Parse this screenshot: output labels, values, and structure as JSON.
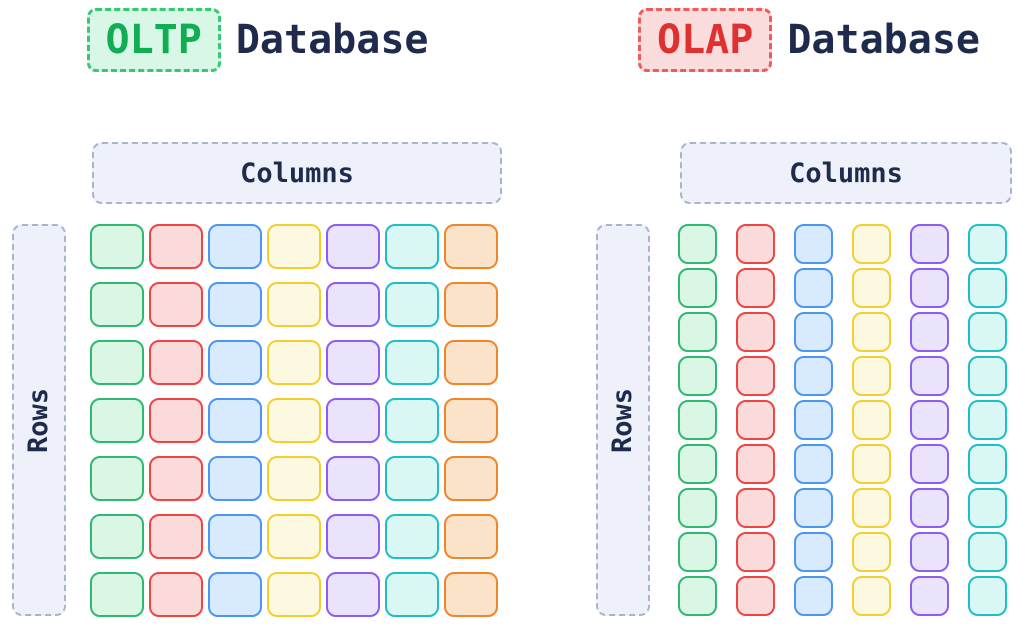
{
  "colors": {
    "ink": "#1e2b4d",
    "label_bg": "#eef1fa",
    "label_border": "#a9b4c9"
  },
  "cell_palette": {
    "green": {
      "border": "#2eb872",
      "bg": "#d9f7e4"
    },
    "red": {
      "border": "#ef4444",
      "bg": "#fbdada"
    },
    "blue": {
      "border": "#4b96f3",
      "bg": "#d8eafd"
    },
    "yellow": {
      "border": "#f2cf2f",
      "bg": "#fdf9e0"
    },
    "purple": {
      "border": "#8b5cf6",
      "bg": "#eae3fb"
    },
    "cyan": {
      "border": "#1fbdc5",
      "bg": "#d9f8f4"
    },
    "orange": {
      "border": "#f0862c",
      "bg": "#fae3c9"
    }
  },
  "left_panel": {
    "tag": "OLTP",
    "tag_text_color": "#0fae52",
    "tag_bg": "#d9f7e6",
    "tag_border": "#38c873",
    "title": "Database",
    "columns_label": "Columns",
    "rows_label": "Rows",
    "grid": {
      "type": "row-store",
      "row_count": 7,
      "column_colors": [
        "green",
        "red",
        "blue",
        "yellow",
        "purple",
        "cyan",
        "orange"
      ]
    }
  },
  "right_panel": {
    "tag": "OLAP",
    "tag_text_color": "#e03131",
    "tag_bg": "#fbdcdc",
    "tag_border": "#ef5b5b",
    "title": "Database",
    "columns_label": "Columns",
    "rows_label": "Rows",
    "grid": {
      "type": "column-store",
      "cells_per_column": 9,
      "column_colors": [
        "green",
        "red",
        "blue",
        "yellow",
        "purple",
        "cyan"
      ]
    }
  }
}
